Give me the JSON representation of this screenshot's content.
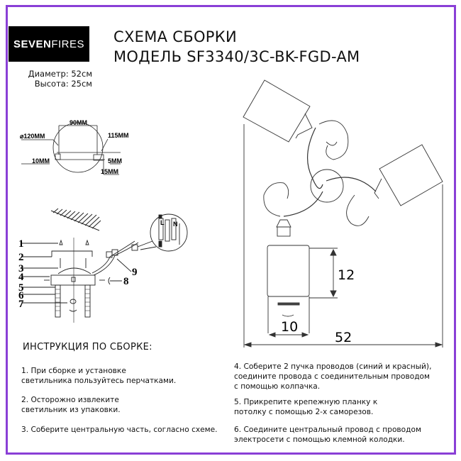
{
  "brand": {
    "logo_bold": "SEVEN",
    "logo_light": "FIRES"
  },
  "specs": {
    "diameter": "Диаметр: 52см",
    "height": "Высота: 25см"
  },
  "title": {
    "line1": "СХЕМА СБОРКИ",
    "line2": "МОДЕЛЬ SF3340/3C-BK-FGD-AM"
  },
  "mount_diagram": {
    "diameter_label": "⌀120MM",
    "span_label": "90MM",
    "offset_label": "115MM",
    "slot_left_label": "10MM",
    "slot_right_label": "5MM",
    "slot_depth_label": "15MM"
  },
  "parts_diagram": {
    "callouts": [
      "1",
      "2",
      "3",
      "4",
      "5",
      "6",
      "7",
      "8",
      "9"
    ],
    "terminal_labels": {
      "live": "L",
      "neutral": "N"
    }
  },
  "product_diagram": {
    "shade_height": "12",
    "shade_width": "10",
    "total_width": "52"
  },
  "instructions": {
    "heading": "ИНСТРУКЦИЯ ПО СБОРКЕ:",
    "steps": [
      {
        "line1": "1. При сборке и установке",
        "line2": "светильника пользуйтесь перчатками."
      },
      {
        "line1": "2. Осторожно извлеките",
        "line2": "светильник из упаковки."
      },
      {
        "line1": "3. Соберите центральную часть, согласно схеме.",
        "line2": ""
      },
      {
        "line1": "4. Соберите 2 пучка проводов (синий и красный),",
        "line2": "соедините провода с соединительным проводом",
        "line3": "с помощью колпачка."
      },
      {
        "line1": "5. Прикрепите крепежную планку к",
        "line2": "потолку с помощью 2-х саморезов."
      },
      {
        "line1": "6. Соедините центральный провод с проводом",
        "line2": "электросети с помощью клемной колодки."
      }
    ]
  },
  "colors": {
    "frame": "#8a3fd6",
    "logo_bg": "#000000"
  }
}
